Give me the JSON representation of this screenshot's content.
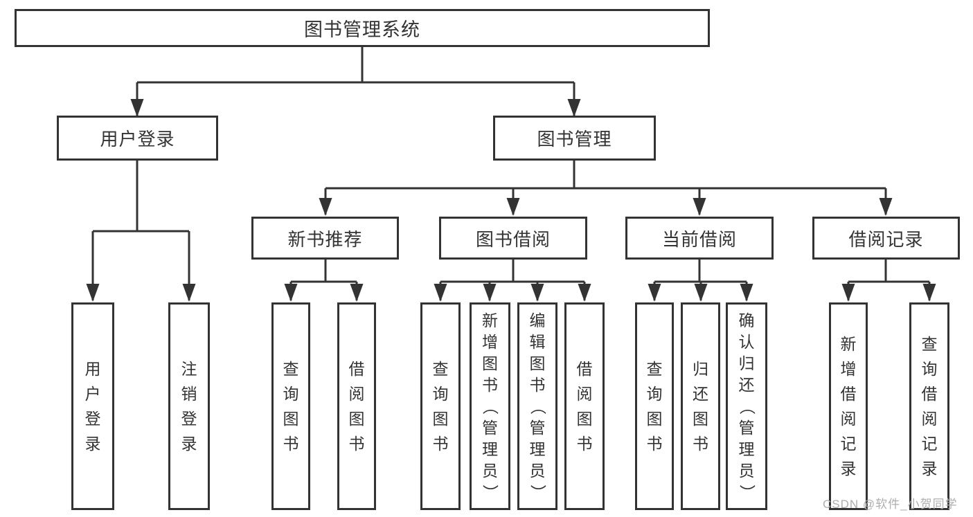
{
  "diagram": {
    "title": "图书管理系统",
    "level2": [
      {
        "label": "用户登录",
        "children": [
          "用户登录",
          "注销登录"
        ]
      },
      {
        "label": "图书管理",
        "children": []
      }
    ],
    "level3": [
      {
        "label": "新书推荐",
        "children": [
          "查询图书",
          "借阅图书"
        ]
      },
      {
        "label": "图书借阅",
        "children": [
          "查询图书",
          "新增图书（管理员）",
          "编辑图书（管理员）",
          "借阅图书"
        ]
      },
      {
        "label": "当前借阅",
        "children": [
          "查询图书",
          "归还图书",
          "确认归还（管理员）"
        ]
      },
      {
        "label": "借阅记录",
        "children": [
          "新增借阅记录",
          "查询借阅记录"
        ]
      }
    ]
  },
  "watermark": {
    "text": "CSDN @软件_小贺同学"
  },
  "colors": {
    "line": "#333333",
    "text": "#333333",
    "box_background": "#ffffff",
    "watermark": "#aeaeae"
  }
}
